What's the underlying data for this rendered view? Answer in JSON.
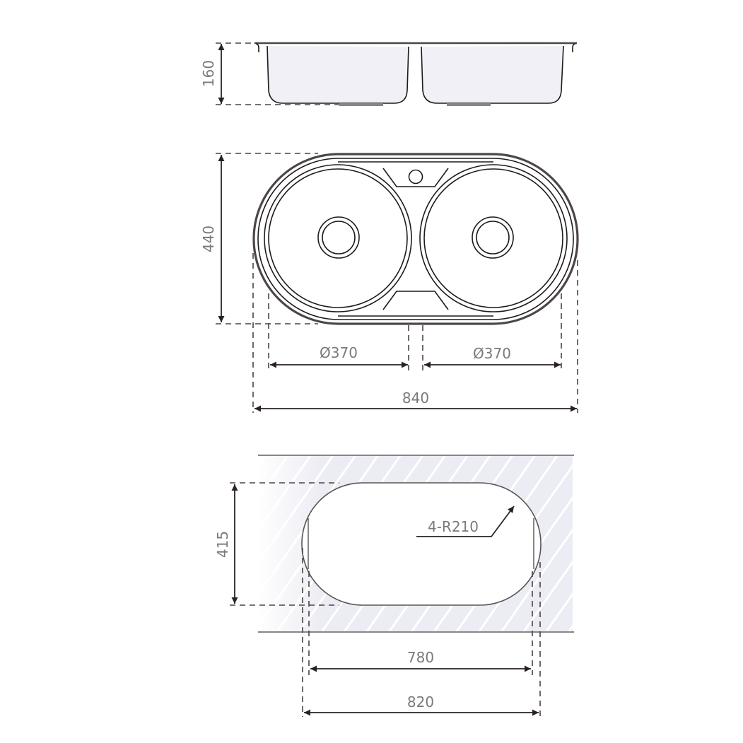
{
  "drawing": {
    "title": "Double round-bowl sink technical drawing",
    "side_view": {
      "height_label": "160"
    },
    "top_view": {
      "height_label": "440",
      "bowl_left_diameter_label": "Ø370",
      "bowl_right_diameter_label": "Ø370",
      "overall_width_label": "840"
    },
    "cutout_view": {
      "height_label": "415",
      "radius_label": "4-R210",
      "inner_width_label": "780",
      "outer_width_label": "820"
    }
  },
  "colors": {
    "line": "#1e1a1a",
    "rim": "#4d4646",
    "dimension_text": "#7a7a7a",
    "bowl_fill": "#f1f0f6",
    "hatch_bg": "#eeeef6"
  }
}
